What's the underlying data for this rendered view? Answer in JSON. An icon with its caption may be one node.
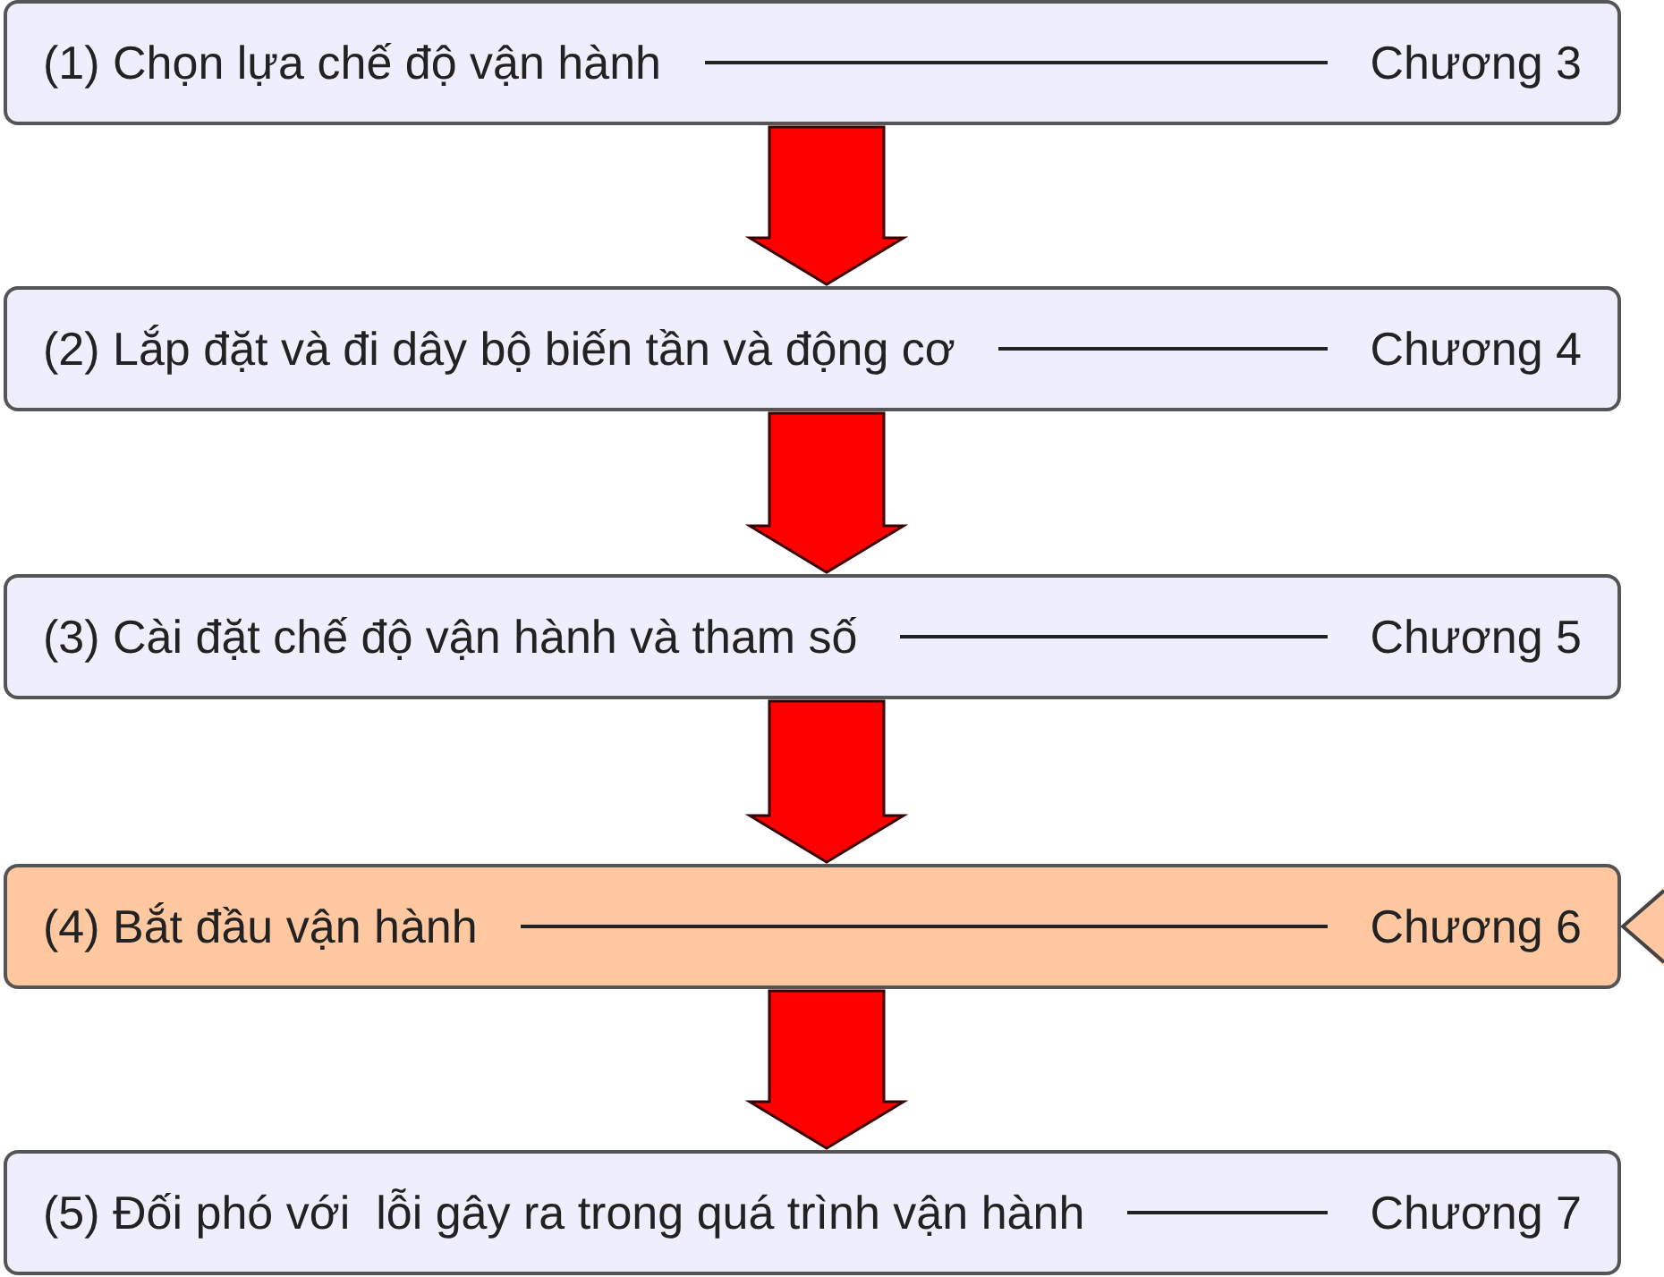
{
  "diagram": {
    "nodes": [
      {
        "text": [
          "(1) Chọn lựa chế độ vận hành",
          "Chương 3"
        ]
      },
      {
        "text": [
          "(2) Lắp đặt và đi dây bộ biến tần và động cơ",
          "Chương 4"
        ]
      },
      {
        "text": [
          "(3) Cài đặt chế độ vận hành và tham số",
          "Chương 5"
        ]
      },
      {
        "text": [
          "(4) Bắt đầu vận hành",
          "Chương 6"
        ]
      },
      {
        "text": [
          "(5) Đối phó với  lỗi gây ra trong quá trình vận hành",
          "Chương 7"
        ]
      }
    ],
    "edges": [
      {
        "from": 0,
        "to": 1,
        "arrow": "to",
        "style": "thick"
      },
      {
        "from": 1,
        "to": 2,
        "arrow": "to",
        "style": "thick"
      },
      {
        "from": 2,
        "to": 3,
        "arrow": "to",
        "style": "thick"
      },
      {
        "from": 3,
        "to": 4,
        "arrow": "to",
        "style": "thick"
      },
      {
        "from": null,
        "to": 3,
        "arrow": "to",
        "color": "#ffc8a0"
      }
    ]
  }
}
